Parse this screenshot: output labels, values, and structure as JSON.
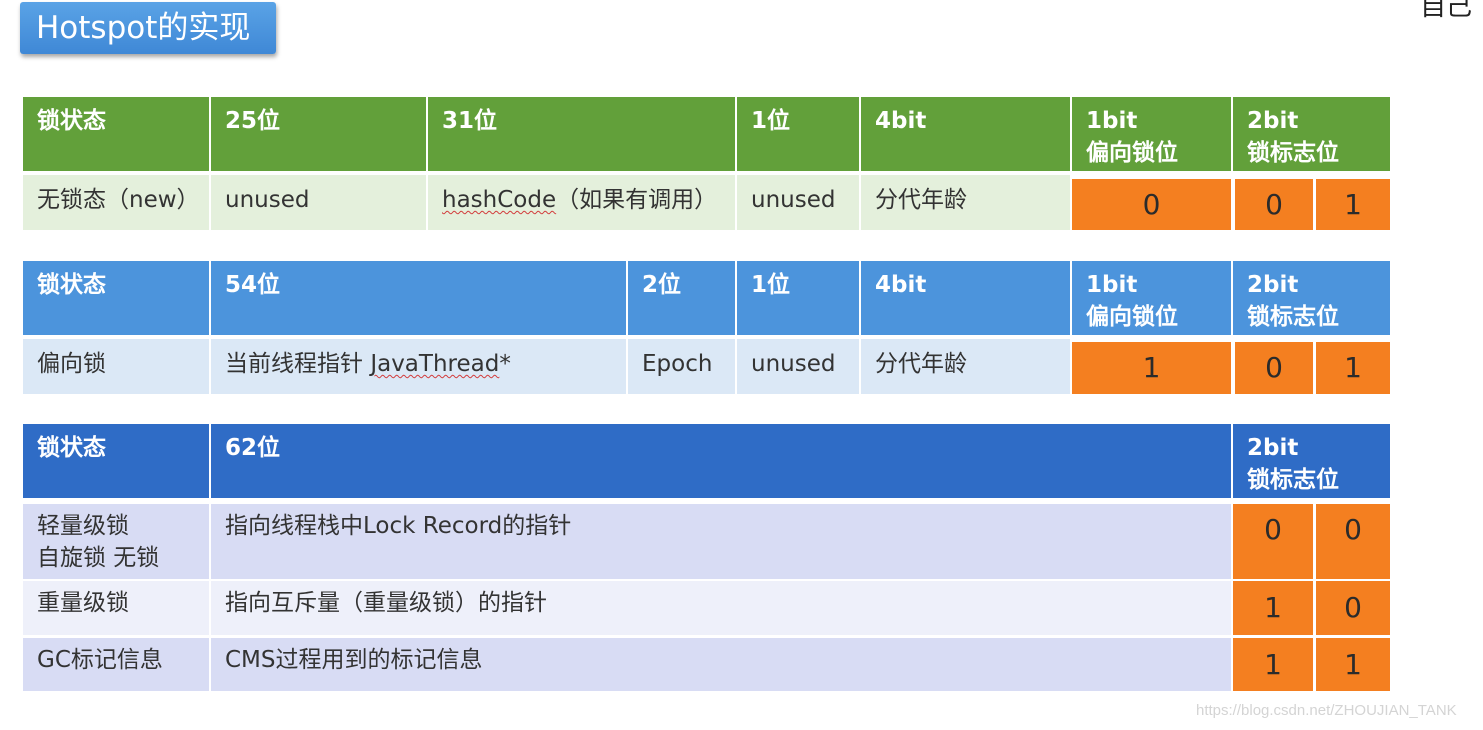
{
  "title": "Hotspot的实现",
  "corner_text": "自己",
  "watermark": "https://blog.csdn.net/ZHOUJIAN_TANK",
  "table1": {
    "headers": [
      "锁状态",
      "25位",
      "31位",
      "1位",
      "4bit",
      "1bit",
      "偏向锁位",
      "2bit",
      "锁标志位"
    ],
    "row": [
      "无锁态（new）",
      "unused",
      "hashCode",
      "（如果有调用）",
      "unused",
      "分代年龄",
      "0",
      "0",
      "1"
    ]
  },
  "table2": {
    "headers": [
      "锁状态",
      "54位",
      "2位",
      "1位",
      "4bit",
      "1bit",
      "偏向锁位",
      "2bit",
      "锁标志位"
    ],
    "row": [
      "偏向锁",
      "当前线程指针 ",
      "JavaThread",
      "*",
      "Epoch",
      "unused",
      "分代年龄",
      "1",
      "0",
      "1"
    ]
  },
  "table3": {
    "headers": [
      "锁状态",
      "62位",
      "2bit",
      "锁标志位"
    ],
    "rows": [
      {
        "state_line1": "轻量级锁",
        "state_line2": "自旋锁 无锁",
        "content": "指向线程栈中Lock Record的指针",
        "bit1": "0",
        "bit2": "0"
      },
      {
        "state_line1": "重量级锁",
        "state_line2": "",
        "content": "指向互斥量（重量级锁）的指针",
        "bit1": "1",
        "bit2": "0"
      },
      {
        "state_line1": "GC标记信息",
        "state_line2": "",
        "content": "CMS过程用到的标记信息",
        "bit1": "1",
        "bit2": "1"
      }
    ]
  },
  "colors": {
    "green_header": "#62a03a",
    "green_row": "#e4f0dc",
    "blue_header": "#4c94dc",
    "blue_row": "#dbe8f6",
    "navy_header": "#2f6cc6",
    "lavender_row": "#d8dcf4",
    "orange_bit": "#f47f20"
  }
}
